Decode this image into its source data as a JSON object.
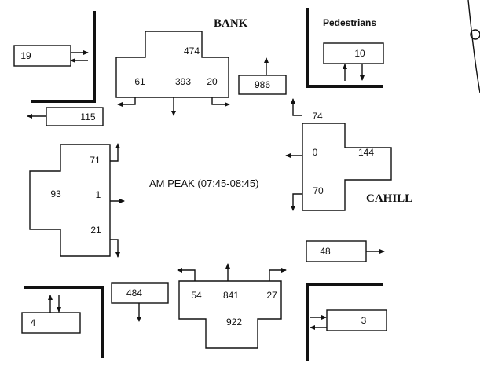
{
  "title": "AM PEAK (07:45-08:45)",
  "labels": {
    "bank": "BANK",
    "cahill": "CAHILL",
    "pedestrians": "Pedestrians"
  },
  "counts": {
    "north_box": {
      "total": "474",
      "left": "61",
      "through": "393",
      "right": "20"
    },
    "north_out": "986",
    "north_left_exit": "115",
    "west_box": {
      "total": "93",
      "up": "71",
      "through": "1",
      "down": "21"
    },
    "east_box": {
      "total": "144",
      "up": "74",
      "through": "0",
      "down": "70"
    },
    "east_out": "48",
    "south_box": {
      "total": "922",
      "left": "54",
      "through": "841",
      "right": "27"
    },
    "south_out": "484",
    "ped_nw": "19",
    "ped_ne": "10",
    "ped_sw": "4",
    "ped_se": "3"
  },
  "colors": {
    "ink": "#111111",
    "background": "#ffffff"
  }
}
